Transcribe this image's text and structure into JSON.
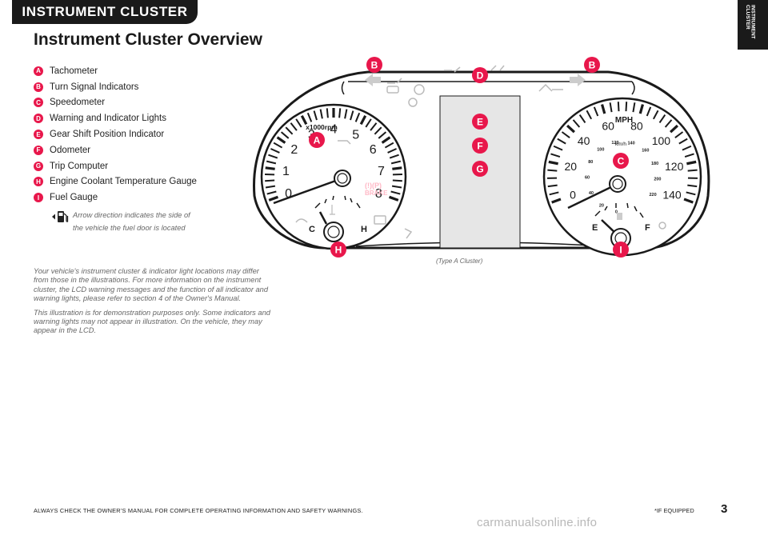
{
  "header": {
    "tab_label": "INSTRUMENT CLUSTER",
    "side_tab_label": "INSTRUMENT CLUSTER"
  },
  "page_title": "Instrument Cluster Overview",
  "legend": [
    {
      "letter": "A",
      "label": "Tachometer"
    },
    {
      "letter": "B",
      "label": "Turn Signal Indicators"
    },
    {
      "letter": "C",
      "label": "Speedometer"
    },
    {
      "letter": "D",
      "label": "Warning and Indicator Lights"
    },
    {
      "letter": "E",
      "label": "Gear Shift Position Indicator"
    },
    {
      "letter": "F",
      "label": "Odometer"
    },
    {
      "letter": "G",
      "label": "Trip Computer"
    },
    {
      "letter": "H",
      "label": "Engine Coolant Temperature Gauge"
    },
    {
      "letter": "I",
      "label": "Fuel Gauge"
    }
  ],
  "arrow_note": {
    "line1": "Arrow direction indicates the side of",
    "line2": "the vehicle the fuel door is located"
  },
  "paragraphs": [
    "Your vehicle's instrument cluster & indicator light locations may differ from those in the illustrations. For more information on the instrument cluster, the LCD warning messages and the function of all indicator and warning lights, please refer to section 4 of the Owner's Manual.",
    "This illustration is for demonstration purposes only. Some indicators and warning lights may not appear in illustration. On the vehicle, they may appear in the LCD."
  ],
  "cluster": {
    "caption": "(Type A Cluster)",
    "tach_numbers": [
      "0",
      "1",
      "2",
      "3",
      "4",
      "5",
      "6",
      "7",
      "8"
    ],
    "tach_unit": "x1000rpm",
    "mph_numbers": [
      "0",
      "20",
      "40",
      "60",
      "80",
      "100",
      "120",
      "140"
    ],
    "mph_unit": "MPH",
    "kmh_numbers": [
      "0",
      "20",
      "40",
      "60",
      "80",
      "100",
      "120",
      "140",
      "160",
      "180",
      "200",
      "220"
    ],
    "kmh_unit": "km/h",
    "temp_cold": "C",
    "temp_hot": "H",
    "fuel_empty": "E",
    "fuel_full": "F",
    "brake_line1": "(!)(P)",
    "brake_line2": "BRAKE",
    "callouts": {
      "tachometer": "A",
      "turn_left": "B",
      "turn_right": "B",
      "speedometer": "C",
      "warning_lights": "D",
      "gear": "E",
      "odometer": "F",
      "trip": "G",
      "coolant": "H",
      "fuel": "I"
    }
  },
  "footer": {
    "left": "ALWAYS CHECK THE OWNER'S MANUAL FOR COMPLETE OPERATING INFORMATION AND SAFETY WARNINGS.",
    "right": "*IF EQUIPPED",
    "page_number": "3",
    "watermark": "carmanualsonline.info"
  },
  "colors": {
    "accent": "#e8174b",
    "dark": "#1a1a1a",
    "text_gray": "#666666",
    "lcd": "#e6e6e6"
  },
  "icons": [
    "arrow-left-icon",
    "fuel-pump-icon"
  ]
}
